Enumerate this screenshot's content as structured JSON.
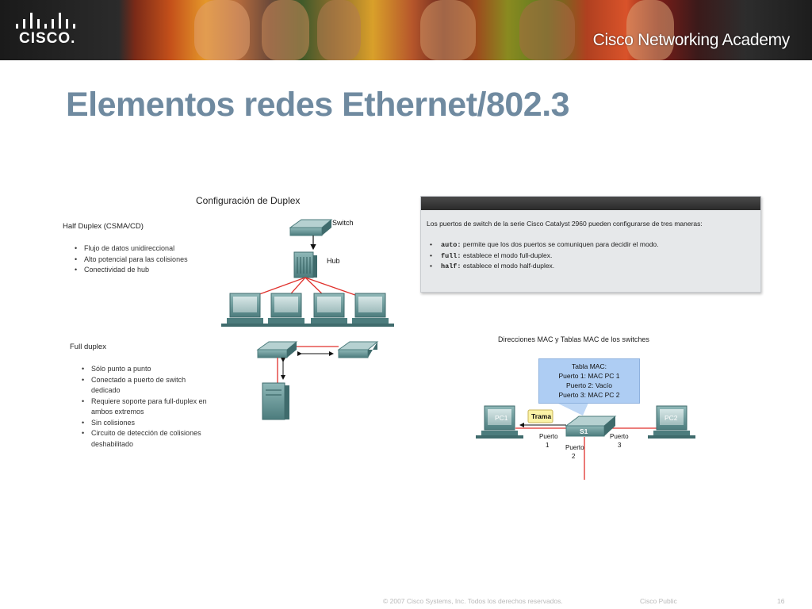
{
  "header": {
    "logo_text": "CISCO.",
    "academy_text": "Cisco Networking Academy"
  },
  "slide": {
    "title": "Elementos redes Ethernet/802.3"
  },
  "figure": {
    "title": "Configuración de Duplex",
    "half": {
      "heading": "Half Duplex (CSMA/CD)",
      "bullets": [
        "Flujo de datos unidireccional",
        "Alto potencial para las colisiones",
        "Conectividad de hub"
      ]
    },
    "full": {
      "heading": "Full duplex",
      "bullets": [
        "Sólo punto a punto",
        "Conectado a puerto de switch dedicado",
        "Requiere soporte para full-duplex en ambos extremos",
        "Sin colisiones",
        "Circuito de detección de colisiones deshabilitado"
      ]
    },
    "labels": {
      "switch": "Switch",
      "hub": "Hub"
    }
  },
  "info_box": {
    "intro": "Los puertos de switch de la serie Cisco Catalyst 2960 pueden configurarse de tres maneras:",
    "items": [
      {
        "keyword": "auto:",
        "text": " permite que los dos puertos se comuniquen para decidir el modo."
      },
      {
        "keyword": "full:",
        "text": " establece el modo full-duplex."
      },
      {
        "keyword": "half:",
        "text": " establece el modo half-duplex."
      }
    ]
  },
  "mac_figure": {
    "title": "Direcciones MAC y Tablas MAC de los switches",
    "table": [
      "Tabla MAC:",
      "Puerto 1: MAC PC 1",
      "Puerto 2: Vacío",
      "Puerto 3: MAC PC 2"
    ],
    "pc1": "PC1",
    "pc2": "PC2",
    "switch": "S1",
    "frame": "Trama",
    "port1": "Puerto",
    "port1_num": "1",
    "port2": "Puerto",
    "port2_num": "2",
    "port3": "Puerto",
    "port3_num": "3"
  },
  "footer": {
    "copyright": "© 2007 Cisco Systems, Inc. Todos los derechos reservados.",
    "classification": "Cisco Public",
    "page": "16"
  },
  "colors": {
    "title": "#6f8aa0",
    "link_red": "#e0312c",
    "device_teal": "#5a8d8e",
    "mac_table_bg": "#aecdf3"
  }
}
